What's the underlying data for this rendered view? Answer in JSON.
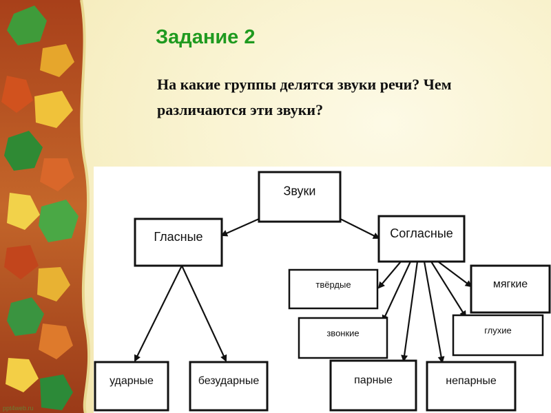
{
  "slide": {
    "title": "Задание 2",
    "question": "На какие группы делятся звуки речи? Чем различаются эти звуки?",
    "watermark": "ppt4web.ru"
  },
  "diagram": {
    "nodes": {
      "root": "Звуки",
      "vowels": "Гласные",
      "consonants": "Согласные",
      "stressed": "ударные",
      "unstressed": "безударные",
      "hard": "твёрдые",
      "soft": "мягкие",
      "voiced": "звонкие",
      "voiceless": "глухие",
      "paired": "парные",
      "unpaired": "непарные"
    },
    "edges": [
      [
        "root",
        "vowels"
      ],
      [
        "root",
        "consonants"
      ],
      [
        "vowels",
        "stressed"
      ],
      [
        "vowels",
        "unstressed"
      ],
      [
        "consonants",
        "hard"
      ],
      [
        "consonants",
        "soft"
      ],
      [
        "consonants",
        "voiced"
      ],
      [
        "consonants",
        "voiceless"
      ],
      [
        "consonants",
        "paired"
      ],
      [
        "consonants",
        "unpaired"
      ]
    ]
  }
}
